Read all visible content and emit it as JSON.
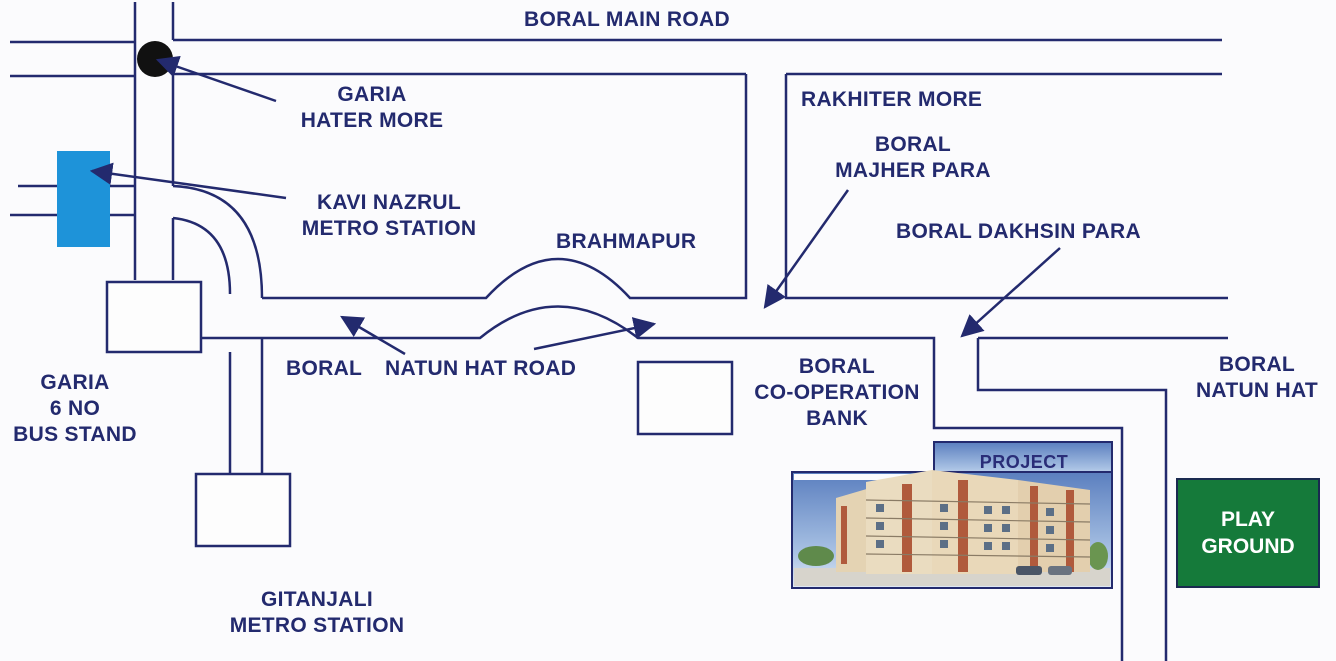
{
  "colors": {
    "road": "#232a6e",
    "metro_marker": "#1e93d9",
    "junction_marker": "#111111",
    "playground": "#157a3a",
    "sky": "#6f8fc4",
    "building_cream": "#eadcc0",
    "building_brick": "#b05a3c"
  },
  "labels": {
    "boral_main_road": "BORAL MAIN ROAD",
    "garia_hater_more": [
      "GARIA",
      "HATER MORE"
    ],
    "rakhiter_more": "RAKHITER MORE",
    "boral_majher_para": [
      "BORAL",
      "MAJHER PARA"
    ],
    "kavi_nazrul": [
      "KAVI NAZRUL",
      "METRO STATION"
    ],
    "brahmapur": "BRAHMAPUR",
    "boral_dakhsin_para": "BORAL DAKHSIN PARA",
    "boral_natun_hat_road_1": "BORAL",
    "boral_natun_hat_road_2": "NATUN HAT ROAD",
    "boral_cooperation_bank": [
      "BORAL",
      "CO-OPERATION",
      "BANK"
    ],
    "boral_natun_hat": [
      "BORAL",
      "NATUN HAT"
    ],
    "garia_bus_stand": [
      "GARIA",
      "6 NO",
      "BUS STAND"
    ],
    "gitanjali": [
      "GITANJALI",
      "METRO STATION"
    ],
    "project": "PROJECT",
    "play_ground": [
      "PLAY",
      "GROUND"
    ]
  },
  "icons": {
    "junction": "filled-circle",
    "metro": "blue-rectangle",
    "pointer": "arrow"
  }
}
